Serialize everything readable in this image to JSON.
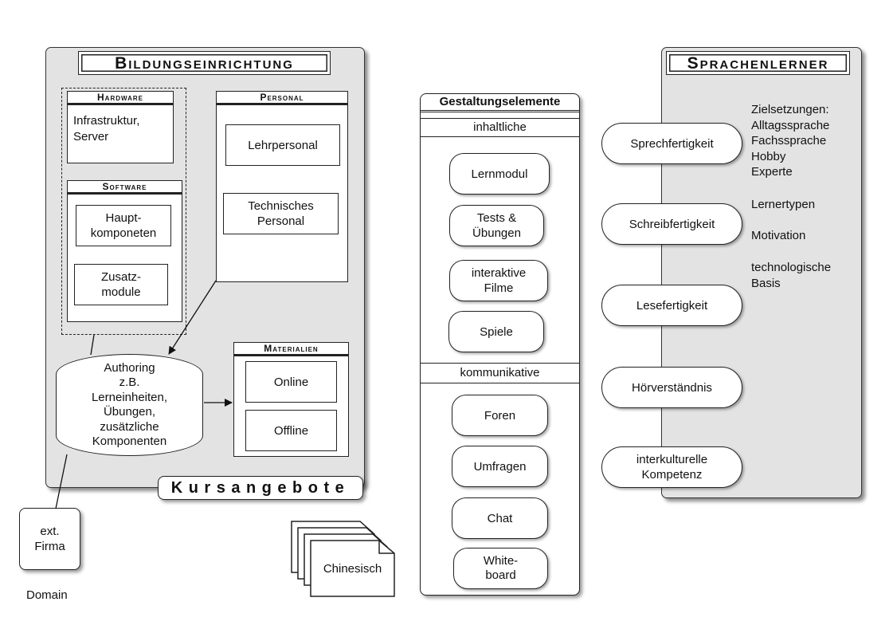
{
  "left": {
    "title": "Bildungseinrichtung",
    "hardware": {
      "header": "Hardware",
      "text": "Infrastruktur,\nServer"
    },
    "software": {
      "header": "Software",
      "items": [
        "Haupt-\nkomponeten",
        "Zusatz-\nmodule"
      ]
    },
    "personal": {
      "header": "Personal",
      "items": [
        "Lehrpersonal",
        "Technisches\nPersonal"
      ]
    },
    "authoring": "Authoring\nz.B.\nLerneinheiten,\nÜbungen,\nzusätzliche\nKomponenten",
    "materialien": {
      "header": "Materialien",
      "items": [
        "Online",
        "Offline"
      ]
    },
    "footer": "Kursangebote"
  },
  "external": {
    "firma": "ext.\nFirma",
    "domain": "Domain"
  },
  "chinesisch": "Chinesisch",
  "middle": {
    "title": "Gestaltungselemente",
    "inhaltlich": {
      "label": "inhaltliche",
      "items": [
        "Lernmodul",
        "Tests &\nÜbungen",
        "interaktive\nFilme",
        "Spiele"
      ]
    },
    "kommunikativ": {
      "label": "kommunikative",
      "items": [
        "Foren",
        "Umfragen",
        "Chat",
        "White-\nboard"
      ]
    }
  },
  "right": {
    "title": "Sprachenlerner",
    "skills": [
      "Sprechfertigkeit",
      "Schreibfertigkeit",
      "Lesefertigkeit",
      "Hörverständnis",
      "interkulturelle\nKompetenz"
    ],
    "goals": "Zielsetzungen:\nAlltagssprache\nFachssprache\nHobby\nExperte",
    "lernertypen": "Lernertypen",
    "motivation": "Motivation",
    "basis": "technologische\nBasis"
  }
}
